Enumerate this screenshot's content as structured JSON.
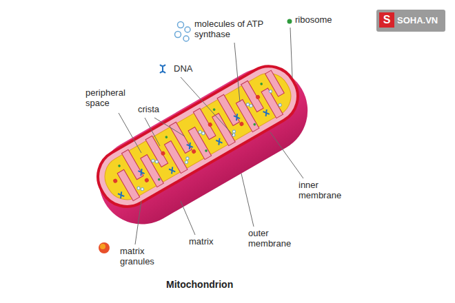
{
  "diagram": {
    "title": "Mitochondrion",
    "labels": [
      "ribosome",
      "molecules of ATP synthase",
      "DNA",
      "peripheral space",
      "crista",
      "inner membrane",
      "outer membrane",
      "matrix",
      "matrix granules",
      "SOHA.VN",
      "S"
    ]
  }
}
